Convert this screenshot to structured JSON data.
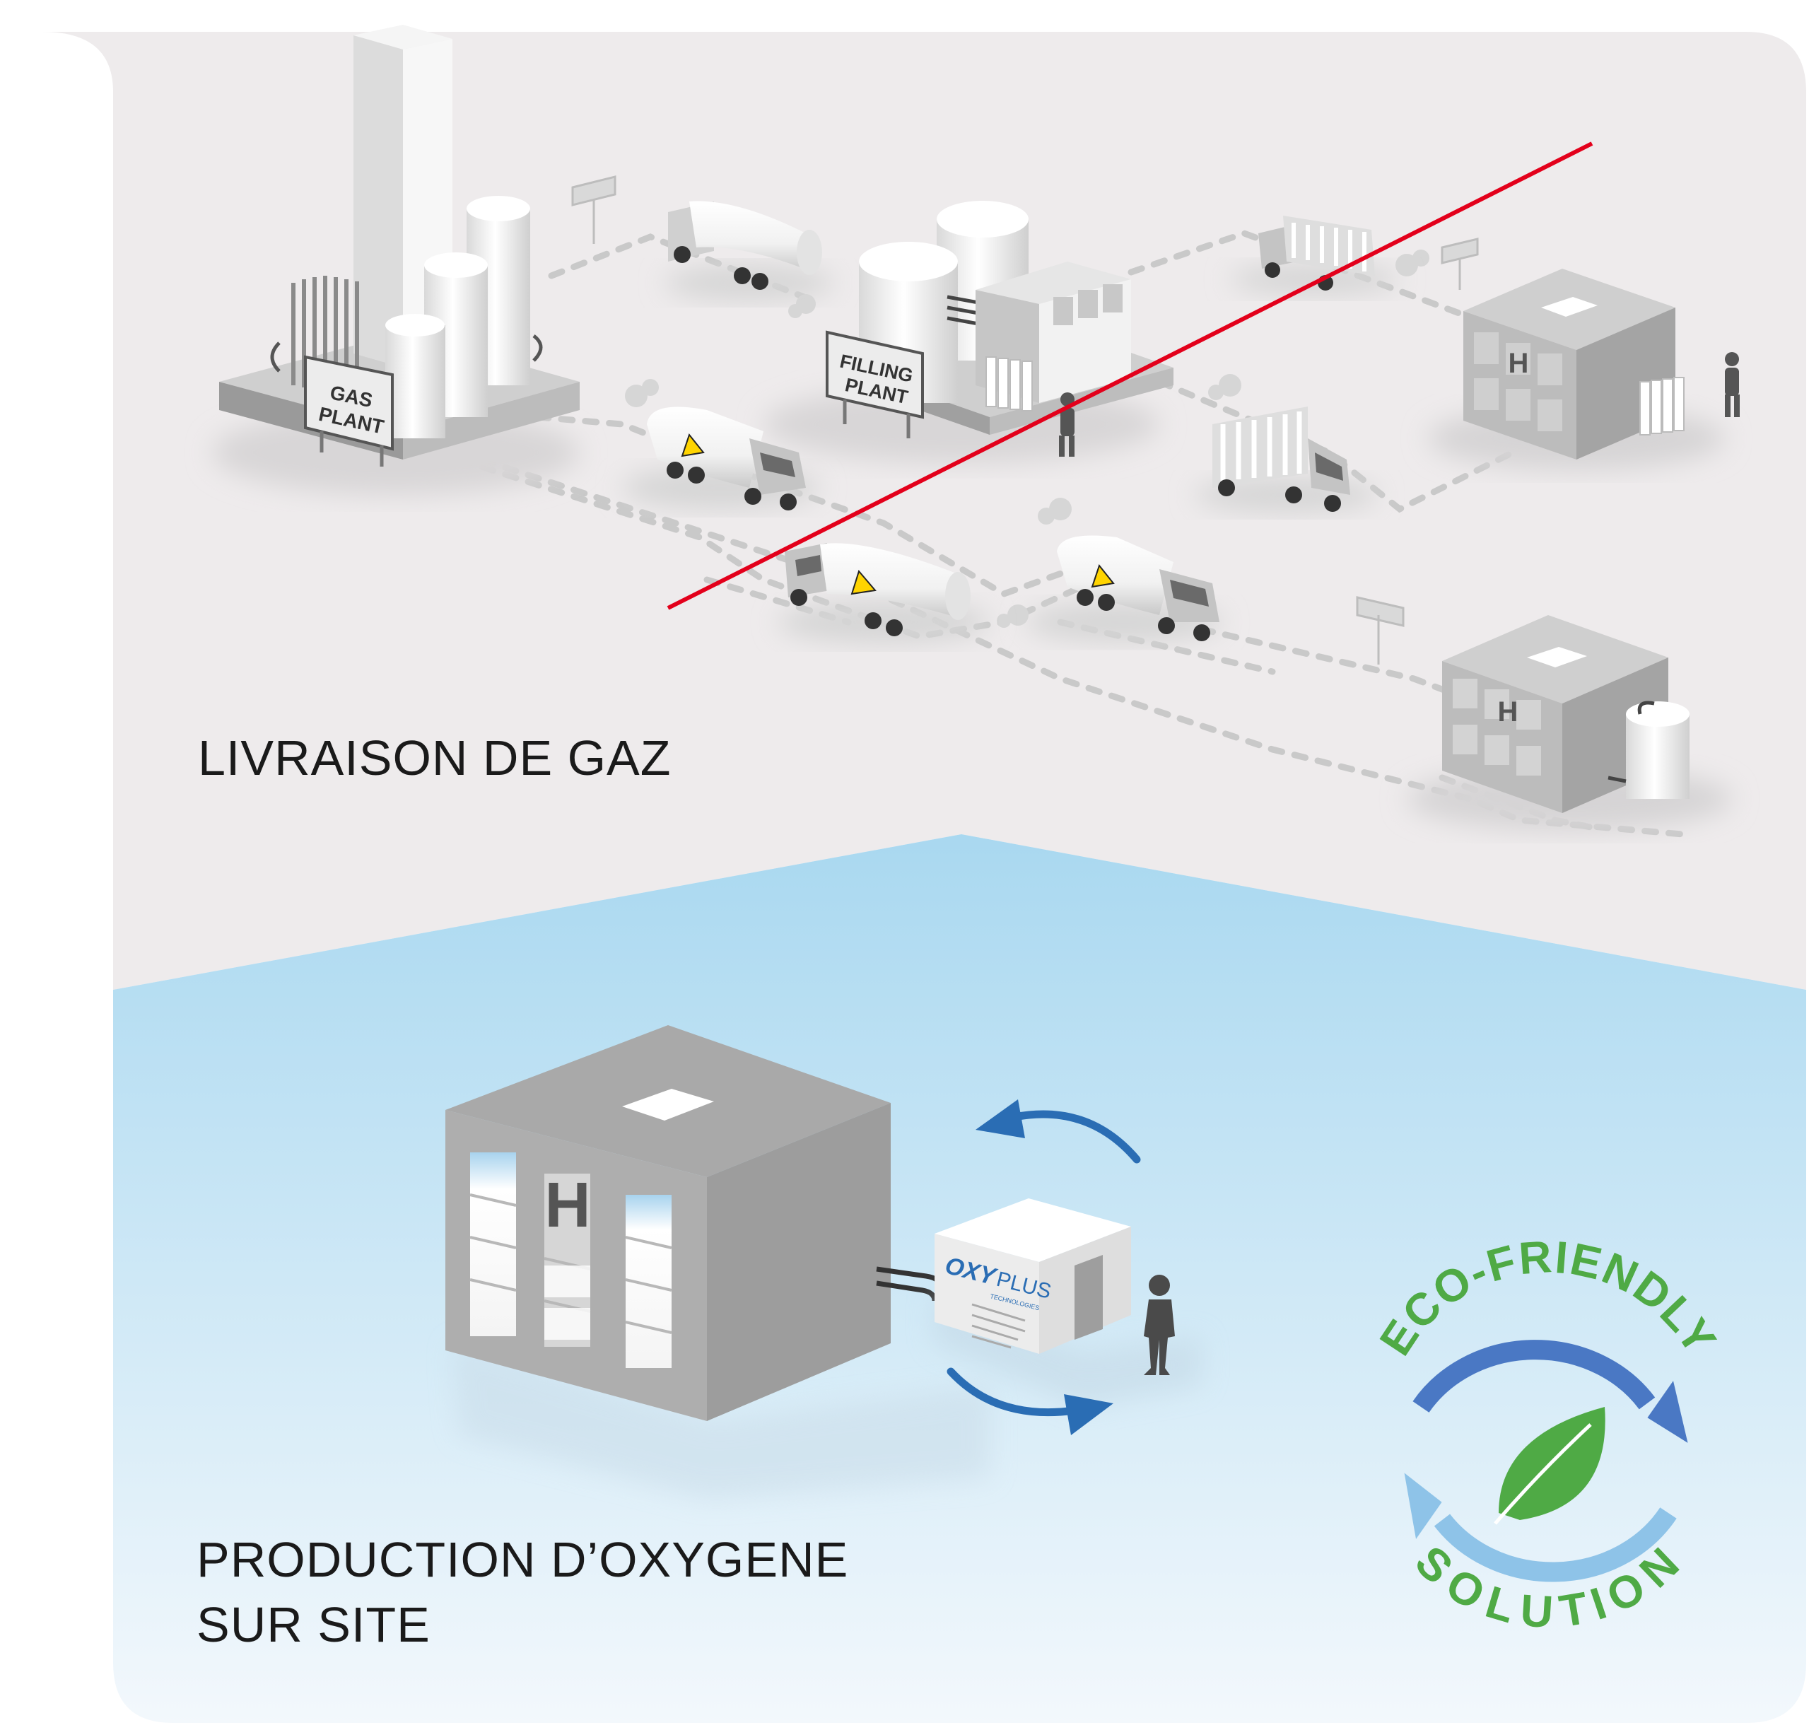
{
  "top_section": {
    "title": "LIVRAISON DE GAZ",
    "gas_plant_sign": [
      "GAS",
      "PLANT"
    ],
    "filling_plant_sign": [
      "FILLING",
      "PLANT"
    ],
    "hospital_letter": "H"
  },
  "bottom_section": {
    "title_line1": "PRODUCTION D’OXYGENE",
    "title_line2": "SUR SITE",
    "hospital_letter": "H",
    "unit_brand_a": "OXY",
    "unit_brand_b": "PLUS",
    "unit_brand_sub": "TECHNOLOGIES"
  },
  "badge": {
    "top_text": "ECO-FRIENDLY",
    "bottom_text": "SOLUTION",
    "leaf_icon": "leaf-icon",
    "arrow_color_dark": "#4a78c4",
    "arrow_color_light": "#8ec3e8",
    "text_color": "#4faa45"
  },
  "colors": {
    "top_background": "#eeebec",
    "bottom_background_top": "#a9d8f0",
    "bottom_background_bottom": "#f3f8fc",
    "cross_out_line": "#e3001b",
    "flow_arrow": "#2a6db4"
  }
}
